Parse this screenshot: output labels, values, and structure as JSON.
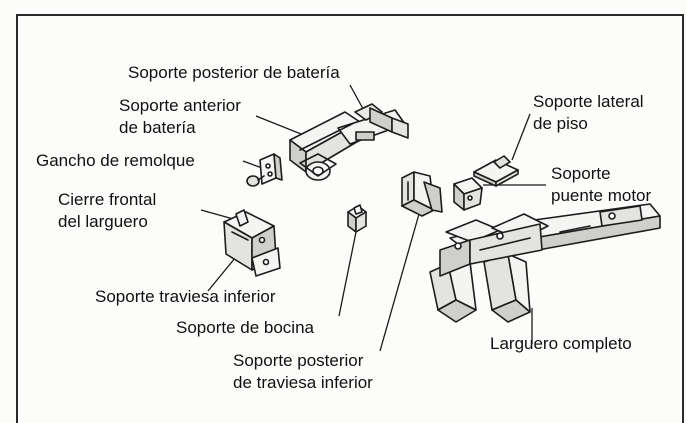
{
  "labels": {
    "soporte_posterior_bateria": "Soporte posterior de batería",
    "soporte_anterior_bateria_1": "Soporte anterior",
    "soporte_anterior_bateria_2": "de batería",
    "gancho_remolque": "Gancho de remolque",
    "cierre_frontal_1": "Cierre frontal",
    "cierre_frontal_2": "del larguero",
    "soporte_traviesa_inferior": "Soporte traviesa inferior",
    "soporte_bocina": "Soporte de bocina",
    "soporte_posterior_traviesa_1": "Soporte posterior",
    "soporte_posterior_traviesa_2": "de traviesa inferior",
    "larguero_completo": "Larguero completo",
    "soporte_lateral_piso_1": "Soporte lateral",
    "soporte_lateral_piso_2": "de piso",
    "soporte_puente_motor_1": "Soporte",
    "soporte_puente_motor_2": "puente motor"
  },
  "colors": {
    "line": "#1c1c1c",
    "part_fill": "#f4f4f2",
    "part_shade": "#cfcfcb",
    "background": "#fcfcfa"
  }
}
